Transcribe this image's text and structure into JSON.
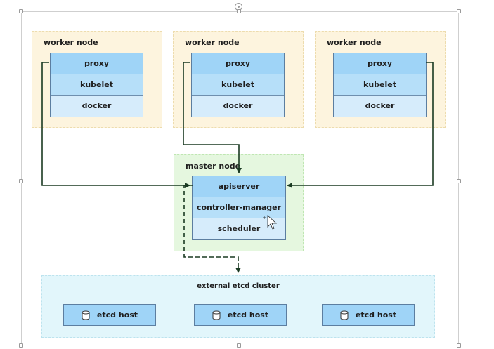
{
  "workers": [
    {
      "title": "worker node",
      "layers": [
        "proxy",
        "kubelet",
        "docker"
      ]
    },
    {
      "title": "worker node",
      "layers": [
        "proxy",
        "kubelet",
        "docker"
      ]
    },
    {
      "title": "worker node",
      "layers": [
        "proxy",
        "kubelet",
        "docker"
      ]
    }
  ],
  "master": {
    "title": "master node",
    "layers": [
      "apiserver",
      "controller-manager",
      "scheduler"
    ]
  },
  "etcd": {
    "title": "external etcd cluster",
    "hosts": [
      {
        "label": "etcd host",
        "icon": "database-icon"
      },
      {
        "label": "etcd host",
        "icon": "database-icon"
      },
      {
        "label": "etcd host",
        "icon": "database-icon"
      }
    ]
  },
  "colors": {
    "worker_bg": "#fdf4de",
    "master_bg": "#e5f7df",
    "etcd_bg": "#e2f6fb",
    "layer_top": "#9fd4f7",
    "layer_mid": "#b6dff9",
    "layer_bottom": "#d6ecfb",
    "connector": "#1a3a22"
  }
}
